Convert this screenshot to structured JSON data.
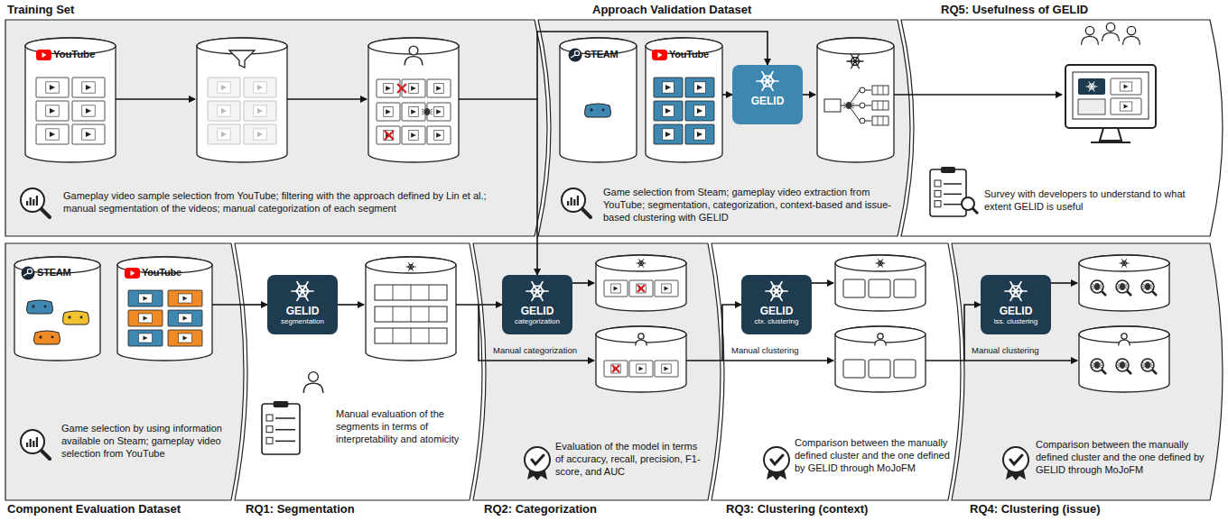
{
  "diagram": {
    "nodes": [
      {
        "text": [
          "Training Set",
          "Gameplay video sample selection from YouTube; filtering with the approach defined by Lin et al.; manual segmentation of the videos; manual categorization of each segment"
        ]
      },
      {
        "text": [
          "Approach Validation Dataset",
          "Game selection from Steam; gameplay video extraction from YouTube; segmentation, categorization, context-based and issue-based clustering with GELID"
        ]
      },
      {
        "text": [
          "GELID"
        ],
        "in": 1
      },
      {
        "text": [
          "RQ5: Usefulness of GELID",
          "Survey with developers to understand to what extent GELID is useful"
        ]
      },
      {
        "text": [
          "Component Evaluation Dataset",
          "Game selection by using information available on Steam; gameplay video selection from YouTube"
        ]
      },
      {
        "text": [
          "RQ1: Segmentation",
          "Manual evaluation of the segments in terms of interpretability and atomicity"
        ]
      },
      {
        "text": [
          "GELID",
          "segmentation"
        ],
        "in": 5
      },
      {
        "text": [
          "RQ2: Categorization",
          "Evaluation of the model in terms of accuracy, recall, precision, F1-score, and AUC"
        ]
      },
      {
        "text": [
          "GELID",
          "categorization"
        ],
        "in": 7
      },
      {
        "text": [
          "RQ3: Clustering (context)",
          "Comparison between the manually defined cluster and the one defined by GELID through MoJoFM"
        ]
      },
      {
        "text": [
          "GELID",
          "ctx. clustering"
        ],
        "in": 9
      },
      {
        "text": [
          "RQ4: Clustering (issue)",
          "Comparison between the manually defined cluster and the one defined by GELID through MoJoFM"
        ]
      },
      {
        "text": [
          "GELID",
          "iss. clustering"
        ],
        "in": 11
      }
    ],
    "edges": [
      {
        "from": 0,
        "to": 2,
        "arrow": "to"
      },
      {
        "from": 0,
        "to": 8,
        "arrow": "to"
      },
      {
        "from": 4,
        "to": 6,
        "arrow": "to"
      }
    ],
    "labels": [
      "YouTube",
      "STEAM",
      "YouTube",
      "STEAM",
      "YouTube",
      "Manual categorization",
      "Manual clustering",
      "Manual clustering"
    ]
  }
}
